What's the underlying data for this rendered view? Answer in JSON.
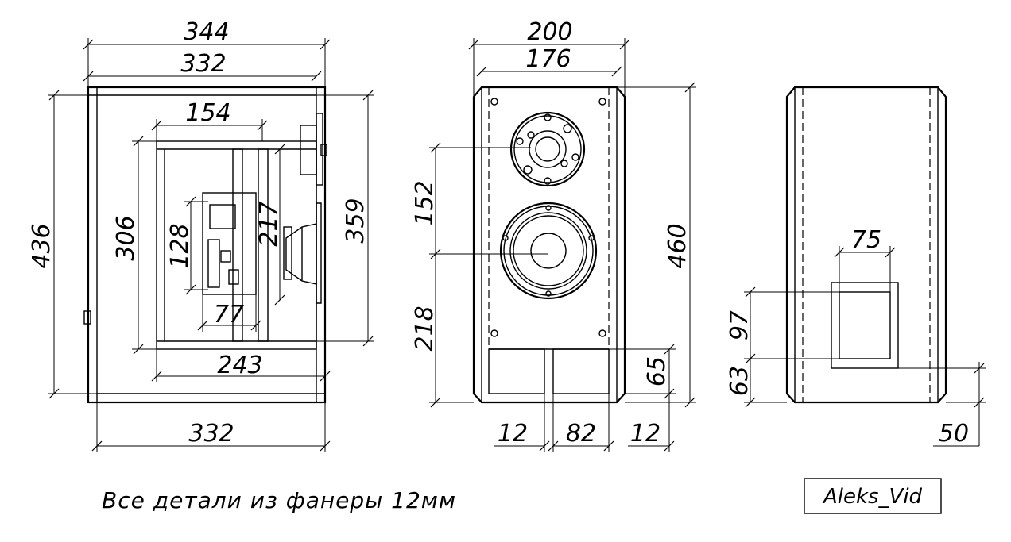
{
  "views": {
    "side_section": {
      "dims": {
        "outer_width": "344",
        "inner_width": "332",
        "height": "436",
        "inner_height": "359",
        "brace_height": "306",
        "shelf_width": "154",
        "filter_height": "217",
        "board_height": "128",
        "board_width": "77",
        "bottom_depth": "243",
        "base_width": "332"
      }
    },
    "front": {
      "dims": {
        "width": "200",
        "baffle_width": "176",
        "height": "460",
        "tweeter_spacing": "152",
        "woofer_height": "218",
        "port_height": "65",
        "left_wall": "12",
        "port_width": "82",
        "right_wall": "12"
      }
    },
    "back": {
      "dims": {
        "terminal_width": "75",
        "terminal_height": "97",
        "terminal_offset": "63",
        "foot_depth": "50"
      }
    }
  },
  "note": "Все детали из фанеры 12мм",
  "author_stamp": "Aleks_Vid"
}
